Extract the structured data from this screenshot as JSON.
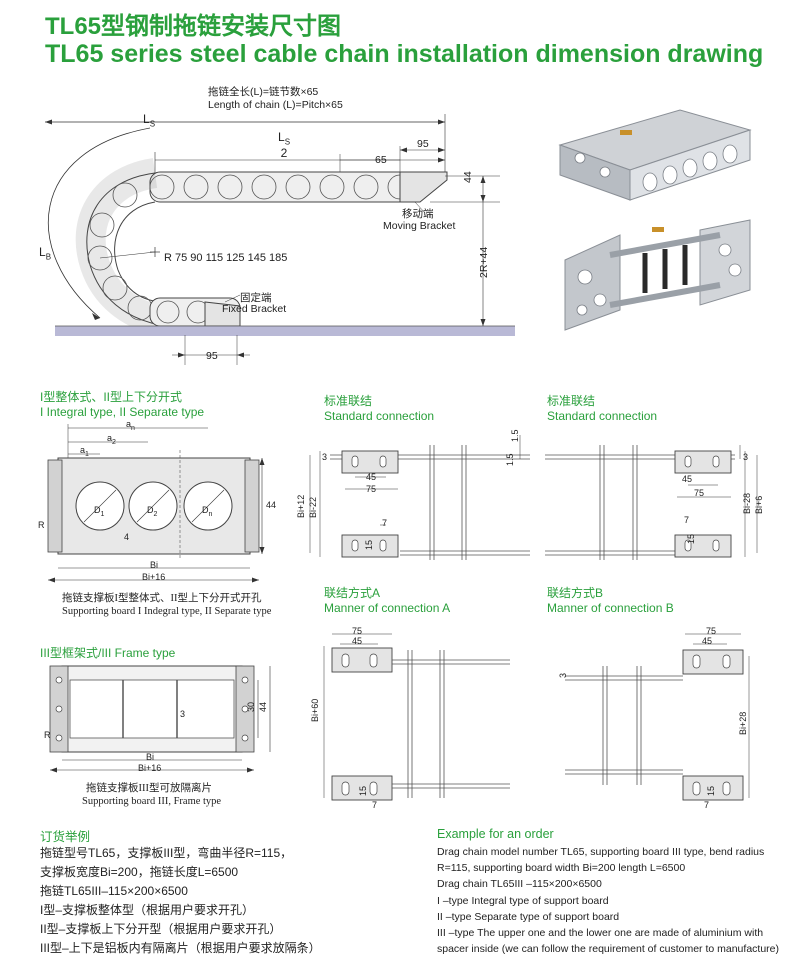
{
  "title": {
    "cn": "TL65型钢制拖链安装尺寸图",
    "en": "TL65 series steel cable chain installation dimension drawing"
  },
  "main_drawing": {
    "length_cn": "拖链全长(L)=链节数×65",
    "length_en": "Length of chain (L)=Pitch×65",
    "ls": "L",
    "ls_sub": "S",
    "ls_half_num": "L",
    "ls_half_sub": "S",
    "ls_half_den": "2",
    "dim_95_top": "95",
    "dim_65": "65",
    "dim_44": "44",
    "dim_2r44": "2R+44",
    "lb": "L",
    "lb_sub": "B",
    "radius_list": "R 75  90  115  125  145  185",
    "moving_cn": "移动端",
    "moving_en": "Moving Bracket",
    "fixed_cn": "固定端",
    "fixed_en": "Fixed Bracket",
    "dim_95_bottom": "95"
  },
  "type_i": {
    "head_cn": "I型整体式、II型上下分开式",
    "head_en": "I Integral type, II Separate type",
    "an": "a",
    "an_sub": "n",
    "a2": "a",
    "a2_sub": "2",
    "a1": "a",
    "a1_sub": "1",
    "d1": "D",
    "d1_sub": "1",
    "d2": "D",
    "d2_sub": "2",
    "dn": "D",
    "dn_sub": "n",
    "dim_4": "4",
    "dim_44": "44",
    "r": "R",
    "bi": "Bi",
    "bi16": "Bi+16",
    "caption_cn": "拖链支撑板I型整体式、II型上下分开式开孔",
    "caption_en": "Supporting board I Indegral type, II Separate type"
  },
  "type_iii": {
    "head": "III型框架式/III Frame type",
    "dim_3": "3",
    "dim_30": "30",
    "dim_44": "44",
    "r": "R",
    "bi": "Bi",
    "bi16": "Bi+16",
    "caption_cn": "拖链支撑板III型可放隔离片",
    "caption_en": "Supporting board III, Frame type"
  },
  "std_left": {
    "head_cn": "标准联结",
    "head_en": "Standard connection",
    "dim_3": "3",
    "dim_45": "45",
    "dim_75": "75",
    "dim_15a": "1.5",
    "dim_15b": "1.5",
    "dim_bi12": "Bi+12",
    "dim_bi22": "Bi-22",
    "dim_7": "7",
    "dim_15": "15"
  },
  "std_right": {
    "head_cn": "标准联结",
    "head_en": "Standard connection",
    "dim_3": "3",
    "dim_45": "45",
    "dim_75": "75",
    "dim_bi28": "Bi-28",
    "dim_bi6": "Bi+6",
    "dim_7": "7",
    "dim_15": "15"
  },
  "conn_a": {
    "head_cn": "联结方式A",
    "head_en": "Manner of connection A",
    "dim_75": "75",
    "dim_45": "45",
    "dim_bi60": "Bi+60",
    "dim_15": "15",
    "dim_7": "7"
  },
  "conn_b": {
    "head_cn": "联结方式B",
    "head_en": "Manner of connection B",
    "dim_75": "75",
    "dim_45": "45",
    "dim_3": "3",
    "dim_bi28": "Bi+28",
    "dim_15": "15",
    "dim_7": "7"
  },
  "order_cn": {
    "head": "订货举例",
    "lines": [
      "拖链型号TL65，支撑板III型，弯曲半径R=115，",
      "支撑板宽度Bi=200，拖链长度L=6500",
      "拖链TL65III–115×200×6500",
      "I型–支撑板整体型（根据用户要求开孔）",
      "II型–支撑板上下分开型（根据用户要求开孔）",
      "III型–上下是铝板内有隔离片（根据用户要求放隔条）"
    ]
  },
  "order_en": {
    "head": "Example for an order",
    "lines": [
      "Drag chain model number TL65, supporting board III type, bend radius",
      "R=115, supporting board width Bi=200 length L=6500",
      "Drag chain TL65III –115×200×6500",
      "I –type Integral type of support board",
      "II –type Separate type of support board",
      "III –type The upper one and the lower one are made of aluminium with",
      "spacer inside  (we can follow the requirement of customer to manufacture)"
    ]
  },
  "colors": {
    "accent_green": "#2aa03c",
    "line": "#333333",
    "plate": "#e6e6e6",
    "floor": "#b9b9d6"
  }
}
